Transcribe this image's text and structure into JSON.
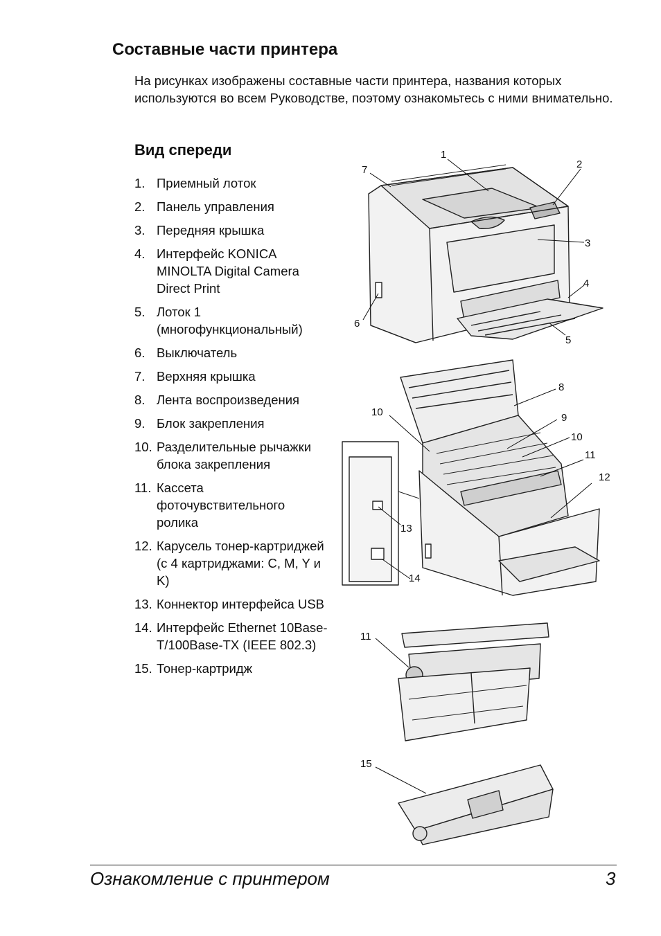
{
  "section_title": "Составные части принтера",
  "intro": "На рисунках изображены составные части принтера, названия которых используются во всем Руководстве, поэтому ознакомьтесь с ними внимательно.",
  "subsection_title": "Вид спереди",
  "parts": [
    {
      "num": "1.",
      "label": "Приемный лоток"
    },
    {
      "num": "2.",
      "label": "Панель управления"
    },
    {
      "num": "3.",
      "label": "Передняя крышка"
    },
    {
      "num": "4.",
      "label": "Интерфейс KONICA MINOLTA Digital Camera Direct Print"
    },
    {
      "num": "5.",
      "label": "Лоток 1 (многофункциональный)"
    },
    {
      "num": "6.",
      "label": "Выключатель"
    },
    {
      "num": "7.",
      "label": "Верхняя крышка"
    },
    {
      "num": "8.",
      "label": "Лента воспроизведения"
    },
    {
      "num": "9.",
      "label": "Блок закрепления"
    },
    {
      "num": "10.",
      "label": "Разделительные рычажки блока закрепления"
    },
    {
      "num": "11.",
      "label": "Кассета фоточувствительного ролика"
    },
    {
      "num": "12.",
      "label": "Карусель тонер-картриджей (с 4 картриджами: C, M, Y и K)"
    },
    {
      "num": "13.",
      "label": "Коннектор интерфейса USB"
    },
    {
      "num": "14.",
      "label": "Интерфейс Ethernet 10Base-T/100Base-TX (IEEE 802.3)"
    },
    {
      "num": "15.",
      "label": "Тонер-картридж"
    }
  ],
  "callouts": {
    "c1": "1",
    "c2": "2",
    "c3": "3",
    "c4": "4",
    "c5": "5",
    "c6": "6",
    "c7": "7",
    "c8": "8",
    "c9": "9",
    "c10a": "10",
    "c10b": "10",
    "c11a": "11",
    "c12": "12",
    "c13": "13",
    "c14": "14",
    "c11b": "11",
    "c15": "15"
  },
  "footer": {
    "title": "Ознакомление с принтером",
    "page": "3"
  }
}
